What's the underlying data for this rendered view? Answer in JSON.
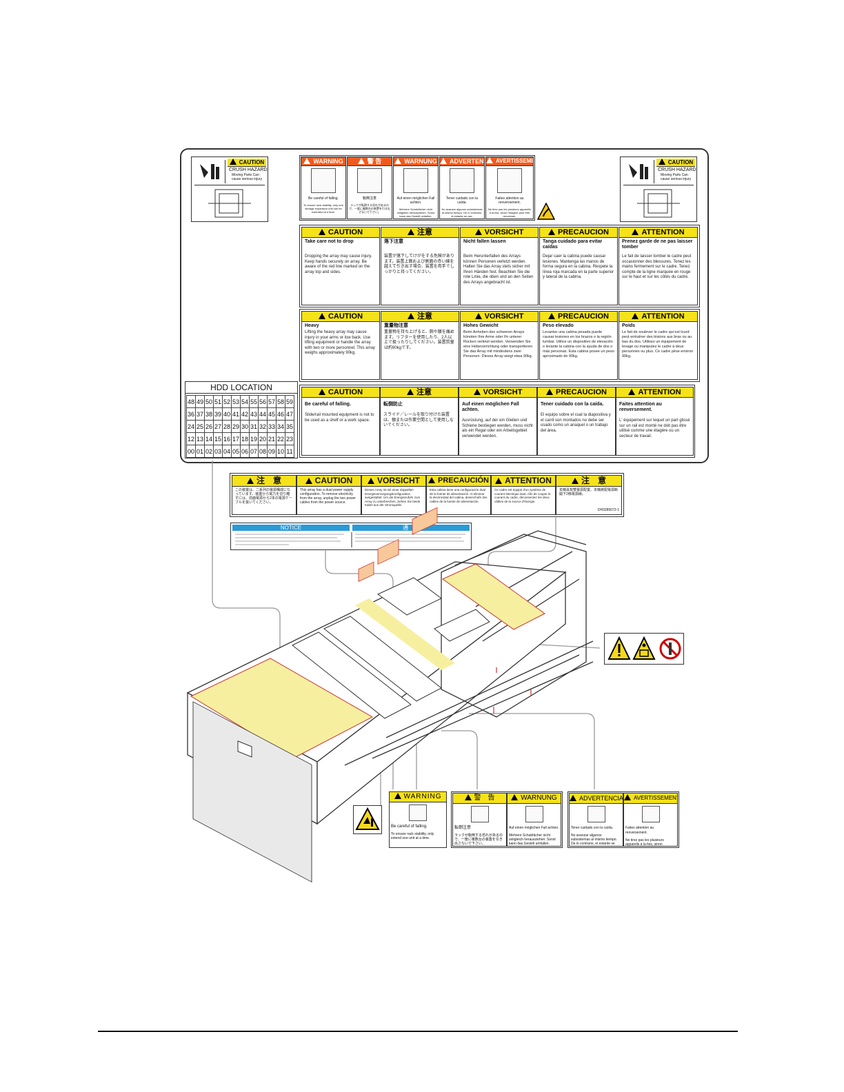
{
  "crush": {
    "header": "CAUTION",
    "title": "CRUSH HAZARD",
    "text": "Moving Parts Can cause serious injury"
  },
  "top_warnings": [
    {
      "header": "WARNING",
      "title": "Be careful of falling.",
      "body": "To ensure rack stability, only one storage expansion unit can be extended at a time."
    },
    {
      "header": "警 告",
      "title": "転倒注意",
      "body": "ラックが転倒する恐れがあるので、一度に複数台の装置を引き出さないで下さい。"
    },
    {
      "header": "WARNUNG",
      "title": "Auf einen möglichen Fall achten.",
      "body": "Mehrere Schubfächer nicht zeitgleich herausziehen. Sonst kann das Gestell umfallen."
    },
    {
      "header": "ADVERTENCIA",
      "title": "Tener cuidado con la caída.",
      "body": "No avanzar algunos subsistemas al mismo tiempo. De lo contrario, el estante se cae."
    },
    {
      "header": "AVERTISSEMENT",
      "title": "Faites attention au renversement.",
      "body": "Ne tirez pas les plusieurs appareils à la fois, sinon l'étagère peut être renversée."
    }
  ],
  "row1": [
    {
      "header": "CAUTION",
      "title": "Take care not to drop",
      "body": "Dropping the array may cause injury. Keep hands securely on array. Be aware of the red line marked on the array top and sides."
    },
    {
      "header": "注意",
      "title": "落下注意",
      "body": "装置が落下してけがをする危険があります。装置上面および側面の赤い線を越えて引き出す場合、装置を両手でしっかりと持ってください。"
    },
    {
      "header": "VORSICHT",
      "title": "Nicht fallen lassen",
      "body": "Beim Herunterfallen des Arrays können Personen verletzt werden. Halten Sie das Array stets sicher mit Ihren Händen fest. Beachten Sie die rote Linie, die oben und an den Seiten des Arrays angebracht ist."
    },
    {
      "header": "PRECAUCION",
      "title": "Tanga cuidado para evitar caídas",
      "body": "Dejar caer la cabina puede causar lesiones. Mantenga las manos de forma segura en la cabina. Respete la línea roja marcada en la parte superior y lateral de la cabina."
    },
    {
      "header": "ATTENTION",
      "title": "Prenez garde de ne pas laisser tomber",
      "body": "Le fait de laisser tomber le cadre peut occasionner des blessures. Tenez les mains fermement sur le cadre. Tenez compte de la ligne marquée en rouge sur le haut et sur les côtés du cadre."
    }
  ],
  "row2": [
    {
      "header": "CAUTION",
      "title": "Heavy",
      "body": "Lifting the heavy array may cause injury in your arms or low back. Use lifting equipment or handle the array with two or more personnel. This array weighs approximately 90kg."
    },
    {
      "header": "注意",
      "title": "重量物注意",
      "body": "重量物を持ち上げると、腕や腰を痛めます。リフターを使用したり、2人以上で扱ったりしてください。装置質量は約90kgです。"
    },
    {
      "header": "VORSICHT",
      "title": "Hohes Gewicht",
      "body": "Beim Anheben des schweren Arrays könnten Ihre Arme oder Ihr unterer Rücken verletzt werden. Verwenden Sie eine Hebevorrichtung oder transportieren Sie das Array mit mindestens zwei Personen. Dieses Array wiegt etwa 90kg."
    },
    {
      "header": "PRECAUCION",
      "title": "Peso elevado",
      "body": "Levantar una cabina pesada puede causar lesiones en los brazos o la región lumbar. Utilice un dispositivo de elevación o levante la cabina con la ayuda de dos o más personas. Esta cabina posee un peso aproximado de 90kg."
    },
    {
      "header": "ATTENTION",
      "title": "Poids",
      "body": "Le fait de soulever le cadre qui est lourd peut entraîner des lésions aux bras ou au bas du dos. Utilisez un équipement de levage ou manipulez le cadre à deux personnes ou plus. Ce cadre pèse environ 90kg."
    }
  ],
  "row3": [
    {
      "header": "CAUTION",
      "title": "Be careful of falling.",
      "body": "Slide/rail mounted equipment is not to be used as a shelf or a work space."
    },
    {
      "header": "注意",
      "title": "転倒防止",
      "body": "スライド／レールを取り付けた装置は、棚または作業空間として使用しないでください。"
    },
    {
      "header": "VORSICHT",
      "title": "Auf einen möglichen Fall achten.",
      "body": "Ausrüstung, auf der ein Gleiten und Schiene bestiegen werden, muss nicht als ein Regal oder ein Arbeitsgebiet verwendet werden."
    },
    {
      "header": "PRECAUCION",
      "title": "Tener cuidado con la caída.",
      "body": "El equipo sobre el cual la diapositiva y el carril son montados no debe ser usado como un anaquel o un trabajo del área."
    },
    {
      "header": "ATTENTION",
      "title": "Faites attention au renversement.",
      "body": "L' équipement sur lequel un part glissé sur un rail est monté ne doit pas être utilisé comme une étagère ou un secteur de travail."
    }
  ],
  "hdd": {
    "title": "HDD LOCATION",
    "rows": [
      [
        "48",
        "49",
        "50",
        "51",
        "52",
        "53",
        "54",
        "55",
        "56",
        "57",
        "58",
        "59"
      ],
      [
        "36",
        "37",
        "38",
        "39",
        "40",
        "41",
        "42",
        "43",
        "44",
        "45",
        "46",
        "47"
      ],
      [
        "24",
        "25",
        "26",
        "27",
        "28",
        "29",
        "30",
        "31",
        "32",
        "33",
        "34",
        "35"
      ],
      [
        "12",
        "13",
        "14",
        "15",
        "16",
        "17",
        "18",
        "19",
        "20",
        "21",
        "22",
        "23"
      ],
      [
        "00",
        "01",
        "02",
        "03",
        "04",
        "05",
        "06",
        "07",
        "08",
        "09",
        "10",
        "11"
      ]
    ]
  },
  "power_label": {
    "items": [
      {
        "header": "注　意",
        "body": "この装置は、二系列の電源構成になっています。装置から電力を切り離すには、前面電源から2本の電源ケーブルを抜いてください。"
      },
      {
        "header": "CAUTION",
        "body": "This array has a dual power supply configuration. To remove electricity from the array, unplug the two power cables from the power source."
      },
      {
        "header": "VORSICHT",
        "body": "Dieses Array ist mit einer doppelten Energieversorgungskonfiguration ausgestattet. Um die Energiezufuhr zum Array zu unterbrechen, ziehen Sie beide Kabel aus der Stromquelle."
      },
      {
        "header": "PRECAUCIÓN",
        "body": "Esta cabina tiene una configuración dual de la fuente de alimentación. Al eliminar la electricidad del cabina, desenchufe dos cables de la fuente de alimentación."
      },
      {
        "header": "ATTENTION",
        "body": "Ce cadre est équipé d'un système de courant électrique dual. Afin de couper le courant du cadre, déconnectez les deux câbles de la source d'énergie."
      },
      {
        "header": "注　意",
        "body": "本機具有雙電源配置。本機將配電源斷開下2條電源線。"
      }
    ],
    "code": "DH3289072-1"
  },
  "notice": {
    "left_header": "NOTICE",
    "right_header": "通　知"
  },
  "bottom_labels": [
    {
      "header": "WARNING",
      "title": "Be careful of falling.",
      "body": "To ensure rack stability, only extend one unit at a time."
    },
    {
      "header": "警　告",
      "title": "転倒注意",
      "body": "ラックが転倒する恐れがあるので、一度に複数台の装置を引き出さないで下さい。"
    },
    {
      "header": "WARNUNG",
      "title": "Auf einen möglichen Fall achten.",
      "body": "Mehrere Schubfächer nicht zeitgleich herausziehen. Sonst kann das Gestell umfallen."
    },
    {
      "header": "ADVERTENCIA",
      "title": "Tener cuidado con la caída.",
      "body": "No avanzar algunos subsistemas al mismo tiempo. De lo contrario, el estante se cae."
    },
    {
      "header": "AVERTISSEMENT",
      "title": "Faites attention au renversement.",
      "body": "Ne tirez pas les plusieurs appareils à la fois, sinon l'étagère peut être renversée."
    }
  ]
}
